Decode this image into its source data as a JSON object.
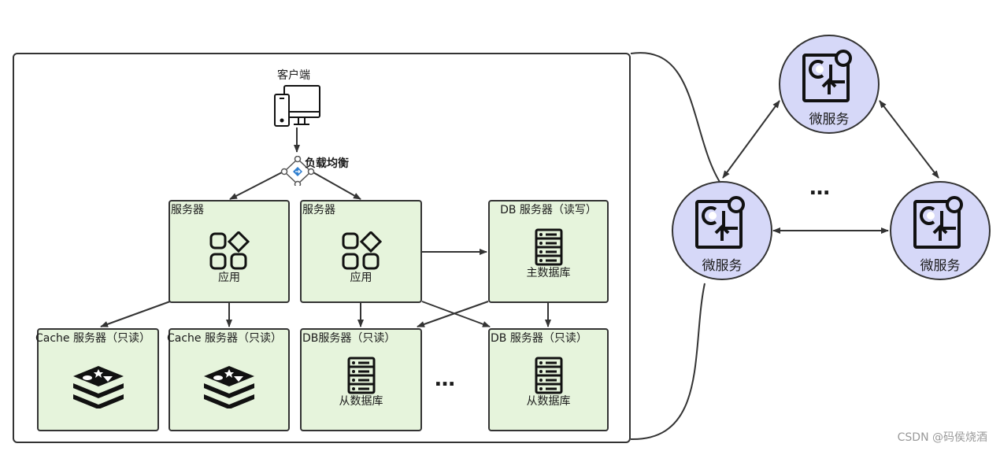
{
  "client": {
    "label": "客户端"
  },
  "load_balancer": {
    "label": "负载均衡"
  },
  "app_servers": [
    {
      "title": "服务器",
      "caption": "应用"
    },
    {
      "title": "服务器",
      "caption": "应用"
    }
  ],
  "db_master": {
    "title": "DB 服务器（读写）",
    "caption": "主数据库"
  },
  "cache_servers": [
    {
      "title": "Cache 服务器（只读）"
    },
    {
      "title": "Cache 服务器（只读）"
    }
  ],
  "db_replicas": [
    {
      "title": "DB服务器（只读）",
      "caption": "从数据库"
    },
    {
      "title": "DB 服务器（只读）",
      "caption": "从数据库"
    }
  ],
  "ellipsis": "…",
  "microservices": [
    {
      "label": "微服务"
    },
    {
      "label": "微服务"
    },
    {
      "label": "微服务"
    }
  ],
  "watermark": "CSDN @码侯烧酒",
  "colors": {
    "node_fill": "#e6f4dc",
    "microservice_fill": "#d6d8f8",
    "stroke": "#333333"
  }
}
